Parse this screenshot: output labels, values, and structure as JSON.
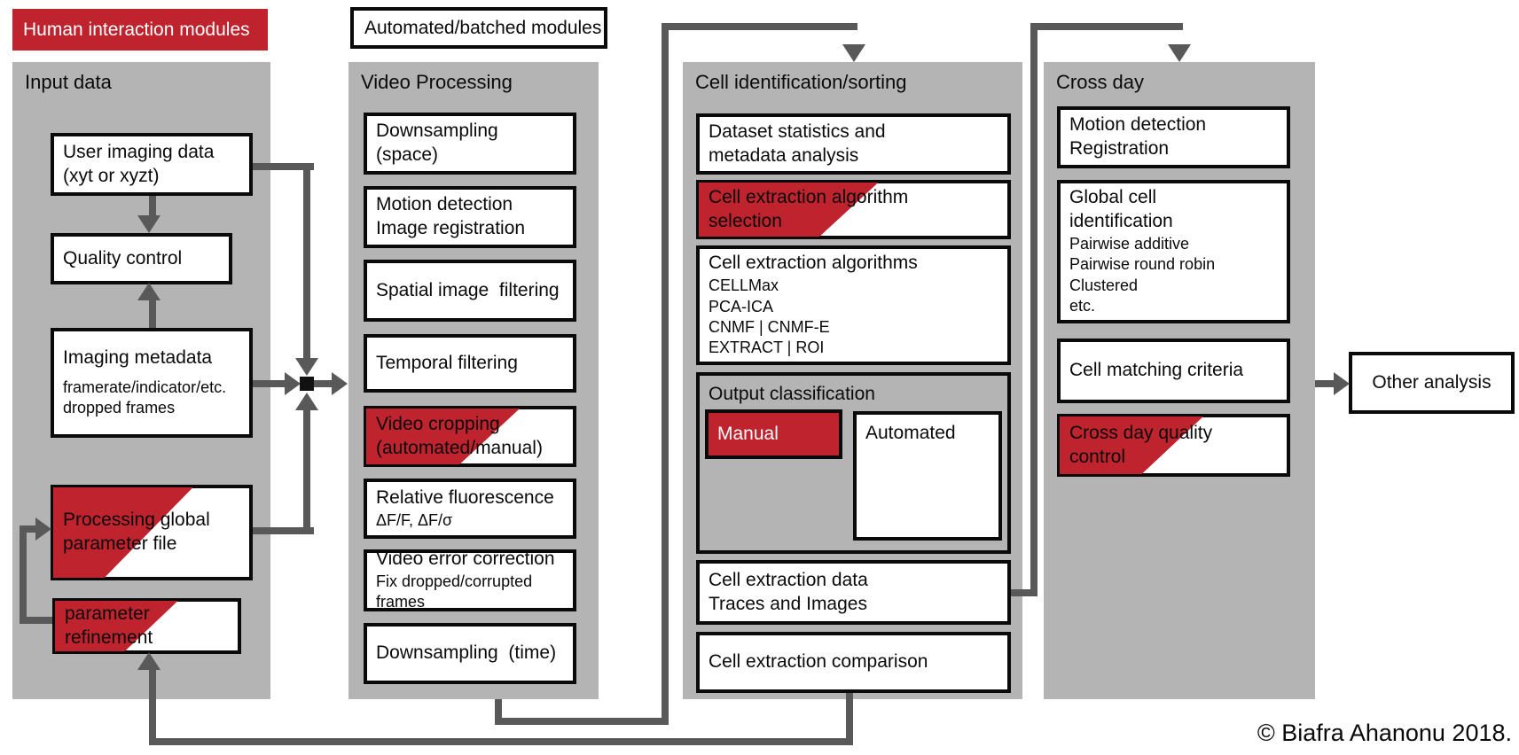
{
  "legend": {
    "human_label": "Human interaction modules",
    "automated_label": "Automated/batched modules"
  },
  "colors": {
    "red": "#be232e",
    "panel_gray": "#b4b4b4",
    "line_gray": "#595959",
    "border_black": "#0a0a0a"
  },
  "input": {
    "title": "Input data",
    "user_imaging": {
      "line1": "User imaging data",
      "line2": "(xyt or xyzt)"
    },
    "quality": "Quality control",
    "metadata": {
      "line1": "Imaging metadata",
      "sub1": "framerate/indicator/etc.",
      "sub2": "dropped frames"
    },
    "global_param": {
      "line1": "Processing global",
      "line2": "parameter file"
    },
    "param_refine": {
      "line1": "parameter",
      "line2": "refinement"
    }
  },
  "video": {
    "title": "Video Processing",
    "b1": "Downsampling  (space)",
    "b2a": "Motion detection",
    "b2b": "Image registration",
    "b3": "Spatial image  filtering",
    "b4": "Temporal filtering",
    "b5a": "Video cropping",
    "b5b": "(automated/manual)",
    "b6a": "Relative fluorescence",
    "b6b": "ΔF/F, ΔF/σ",
    "b7a": "Video error correction",
    "b7b": "Fix dropped/corrupted frames",
    "b8": "Downsampling  (time)"
  },
  "cells": {
    "title": "Cell identification/sorting",
    "b1a": "Dataset statistics and",
    "b1b": "metadata analysis",
    "b2a": "Cell extraction algorithm",
    "b2b": "selection",
    "b3_title": "Cell extraction algorithms",
    "b3_items": [
      "CELLMax",
      "PCA-ICA",
      "CNMF | CNMF-E",
      "EXTRACT | ROI"
    ],
    "output_title": "Output classification",
    "manual": "Manual",
    "automated": "Automated",
    "b5a": "Cell extraction data",
    "b5b": "Traces and Images",
    "b6": "Cell extraction comparison"
  },
  "crossday": {
    "title": "Cross day",
    "b1a": "Motion detection",
    "b1b": "Registration",
    "b2a": "Global cell",
    "b2b": "identification",
    "b2_items": [
      "Pairwise additive",
      "Pairwise round robin",
      "Clustered",
      "etc."
    ],
    "b3": "Cell matching criteria",
    "b4a": "Cross day quality",
    "b4b": "control"
  },
  "other_analysis": "Other analysis",
  "copyright": "© Biafra Ahanonu 2018."
}
